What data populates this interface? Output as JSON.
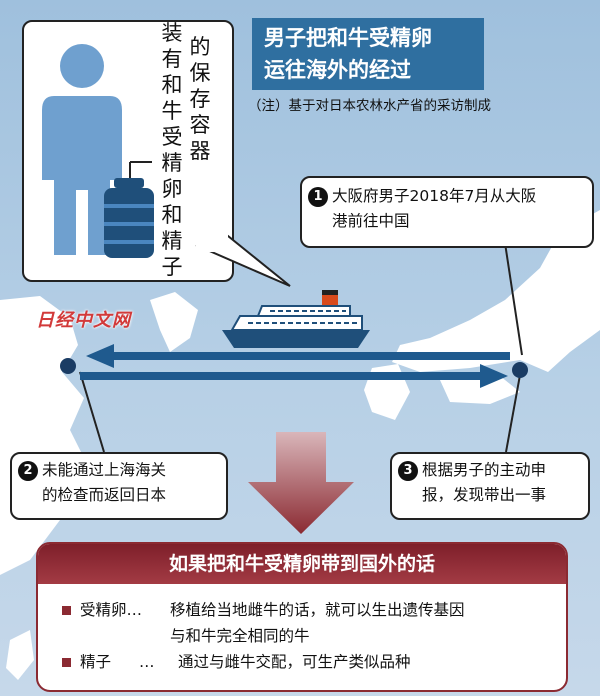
{
  "title": {
    "line1": "男子把和牛受精卵",
    "line2": "运往海外的经过"
  },
  "note": "（注）基于对日本农林水产省的采访制成",
  "watermark": "日经中文网",
  "container_label": [
    "装",
    "有",
    "和",
    "牛",
    "受",
    "精",
    "卵",
    "和",
    "精",
    "子",
    "的",
    "保",
    "存",
    "容",
    "器"
  ],
  "steps": [
    {
      "num": "1",
      "line1": "大阪府男子2018年7月从大阪",
      "line2": "港前往中国"
    },
    {
      "num": "2",
      "line1": "未能通过上海海关",
      "line2": "的检查而返回日本"
    },
    {
      "num": "3",
      "line1": "根据男子的主动申",
      "line2": "报，发现带出一事"
    }
  ],
  "bottom": {
    "heading": "如果把和牛受精卵带到国外的话",
    "item1": {
      "term": "受精卵",
      "sep": "…",
      "line1": "移植给当地雌牛的话，就可以生出遗传基因",
      "line2": "与和牛完全相同的牛"
    },
    "item2": {
      "term": "精子",
      "sep": "…",
      "line1": "通过与雌牛交配，可生产类似品种"
    }
  },
  "colors": {
    "title_bg": "#2f6fa0",
    "person": "#6fa0cf",
    "bottom_accent": "#8b2a32",
    "arrow": "#1f5a8e"
  }
}
